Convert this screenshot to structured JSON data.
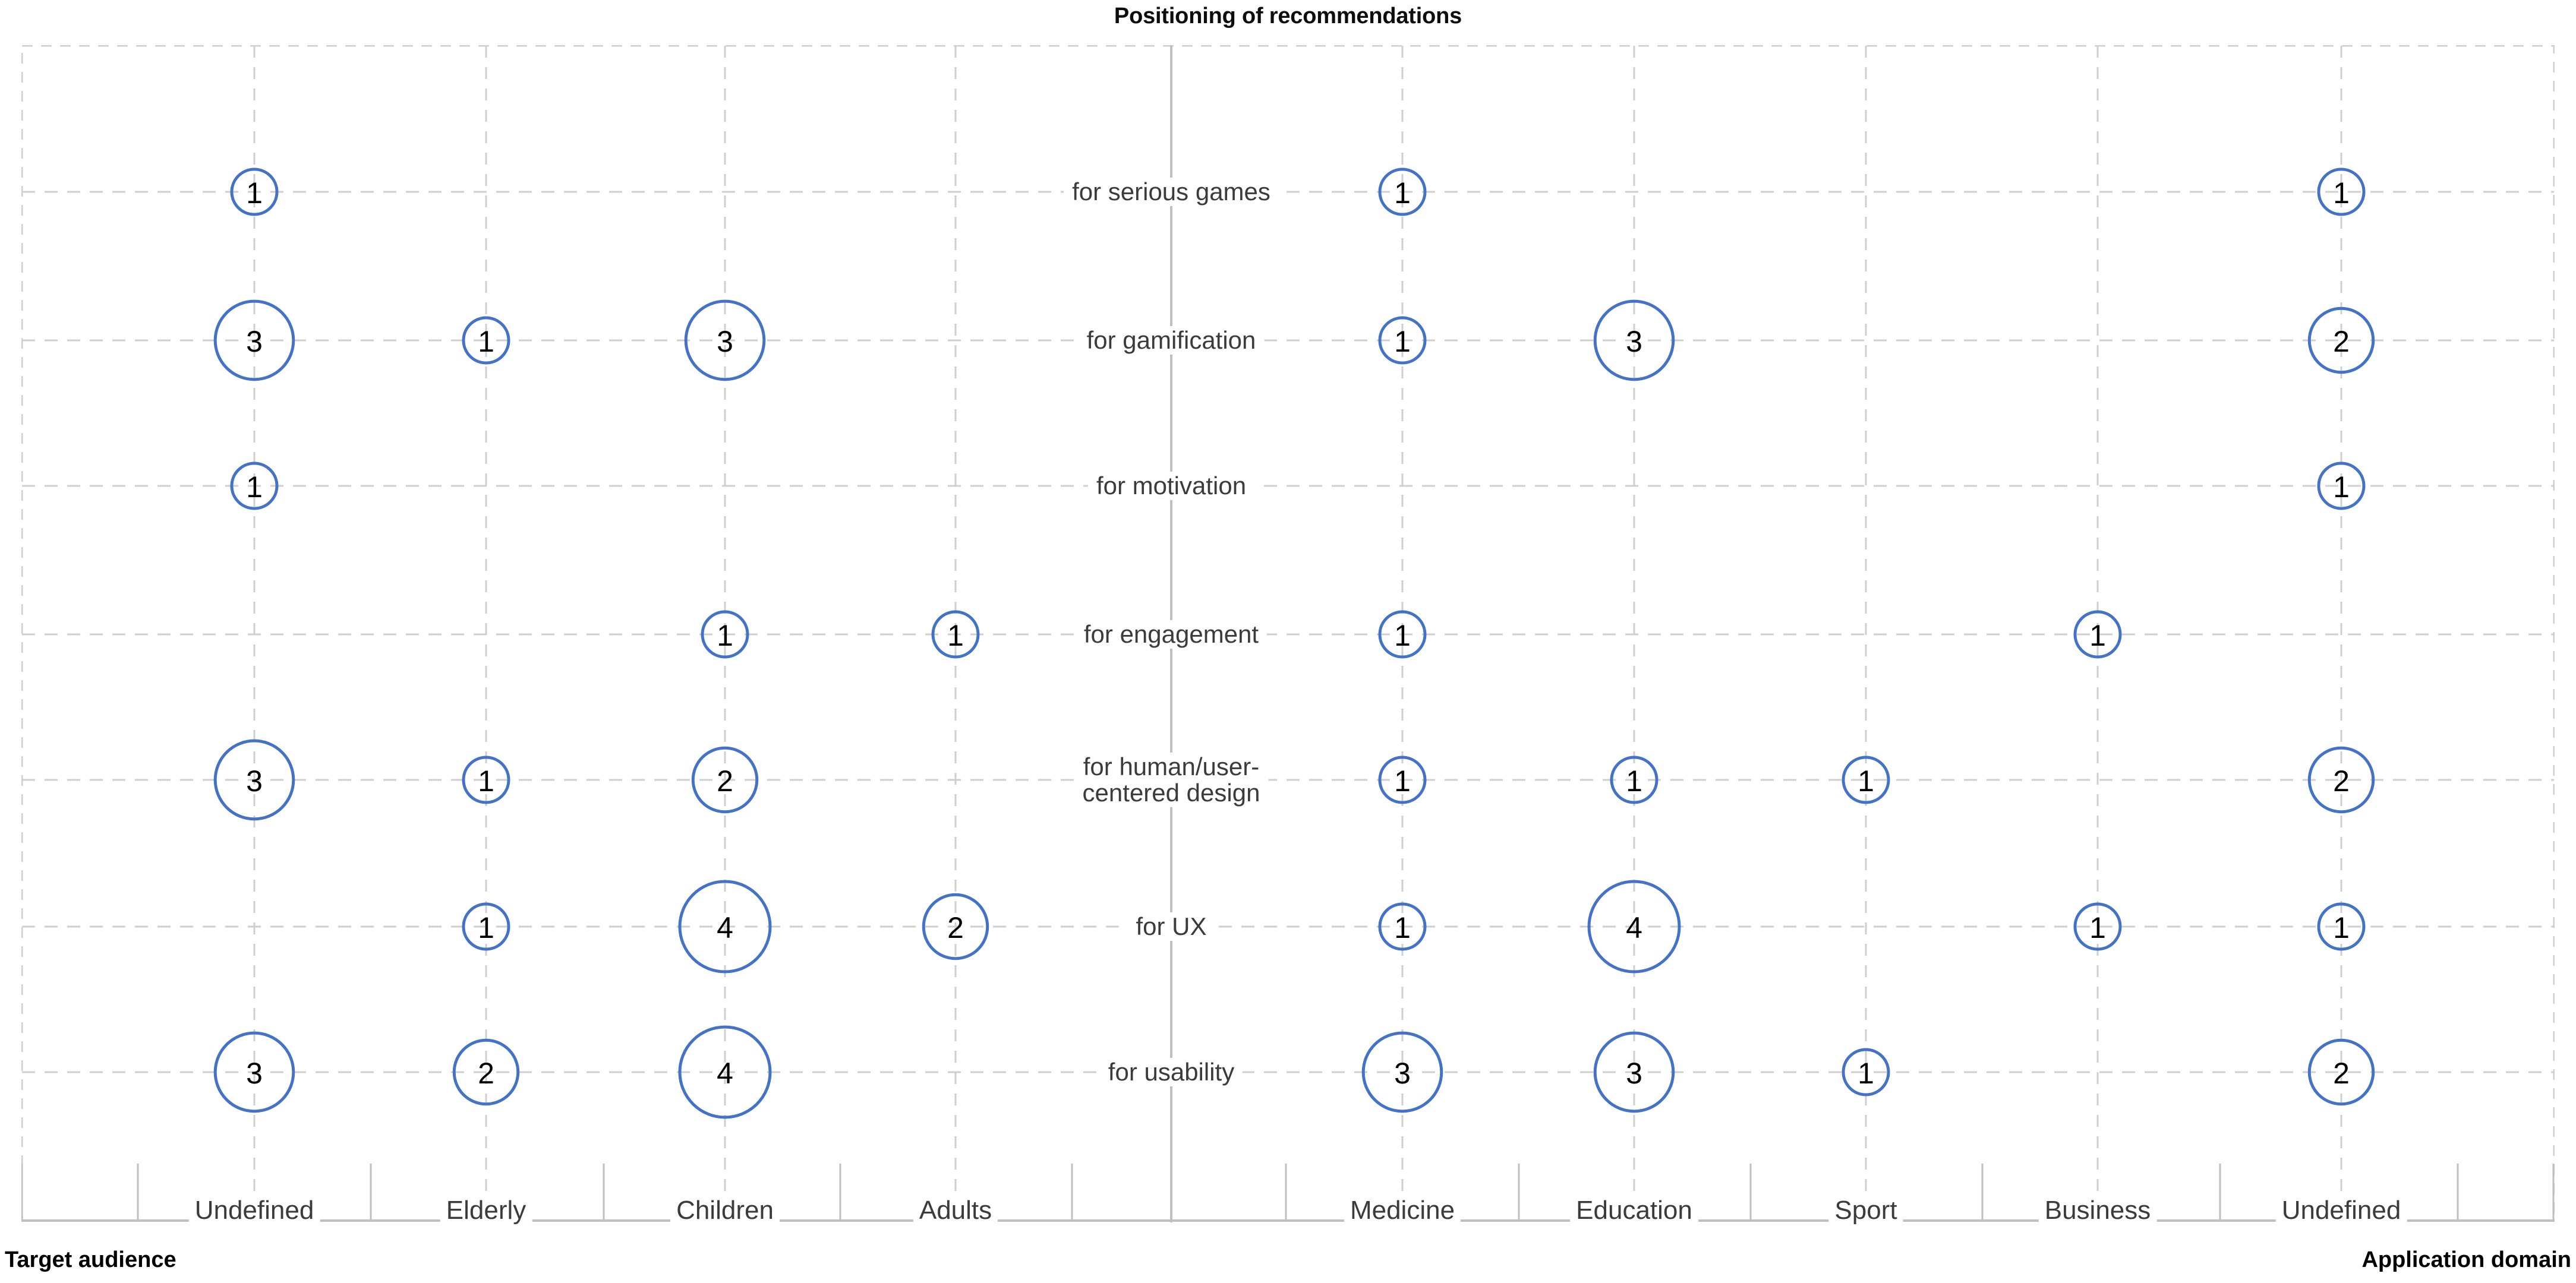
{
  "chart_data": {
    "type": "scatter",
    "title": "Positioning of recommendations",
    "subtitle": "",
    "xlabel_left": "Target audience",
    "xlabel_right": "Application domain",
    "ylabel": "",
    "grid": true,
    "legend": "none",
    "note": "Bubble chart: bubble area encodes the count shown inside each bubble. Left half maps recommendation topics to target audience; right half maps the same topics to application domain.",
    "rows": [
      "for serious games",
      "for gamification",
      "for motivation",
      "for engagement",
      "for human/user-centered design",
      "for UX",
      "for usability"
    ],
    "left_categories": [
      "Undefined",
      "Elderly",
      "Children",
      "Adults"
    ],
    "right_categories": [
      "Medicine",
      "Education",
      "Sport",
      "Business",
      "Undefined"
    ],
    "left_series": [
      {
        "row": "for serious games",
        "values": [
          1,
          null,
          null,
          null
        ]
      },
      {
        "row": "for gamification",
        "values": [
          3,
          1,
          3,
          null
        ]
      },
      {
        "row": "for motivation",
        "values": [
          1,
          null,
          null,
          null
        ]
      },
      {
        "row": "for engagement",
        "values": [
          null,
          null,
          1,
          1
        ]
      },
      {
        "row": "for human/user-centered design",
        "values": [
          3,
          1,
          2,
          null
        ]
      },
      {
        "row": "for UX",
        "values": [
          null,
          1,
          4,
          2
        ]
      },
      {
        "row": "for usability",
        "values": [
          3,
          2,
          4,
          null
        ]
      }
    ],
    "right_series": [
      {
        "row": "for serious games",
        "values": [
          1,
          null,
          null,
          null,
          1
        ]
      },
      {
        "row": "for gamification",
        "values": [
          1,
          3,
          null,
          null,
          2
        ]
      },
      {
        "row": "for motivation",
        "values": [
          null,
          null,
          null,
          null,
          1
        ]
      },
      {
        "row": "for engagement",
        "values": [
          1,
          null,
          null,
          1,
          null
        ]
      },
      {
        "row": "for human/user-centered design",
        "values": [
          1,
          1,
          1,
          null,
          2
        ]
      },
      {
        "row": "for UX",
        "values": [
          1,
          4,
          null,
          1,
          1
        ]
      },
      {
        "row": "for usability",
        "values": [
          3,
          3,
          1,
          null,
          2
        ]
      }
    ],
    "colors": {
      "bubble_stroke": "#4472C4",
      "bubble_fill": "#ffffff",
      "grid": "#cfcfcf",
      "axis": "#bfbfbf",
      "divider": "#bfbfbf",
      "label_text": "#3b3b3b",
      "title_text": "#0d0d0d"
    }
  },
  "title": "Positioning of recommendations",
  "axis": {
    "left_title": "Target audience",
    "right_title": "Application domain"
  }
}
